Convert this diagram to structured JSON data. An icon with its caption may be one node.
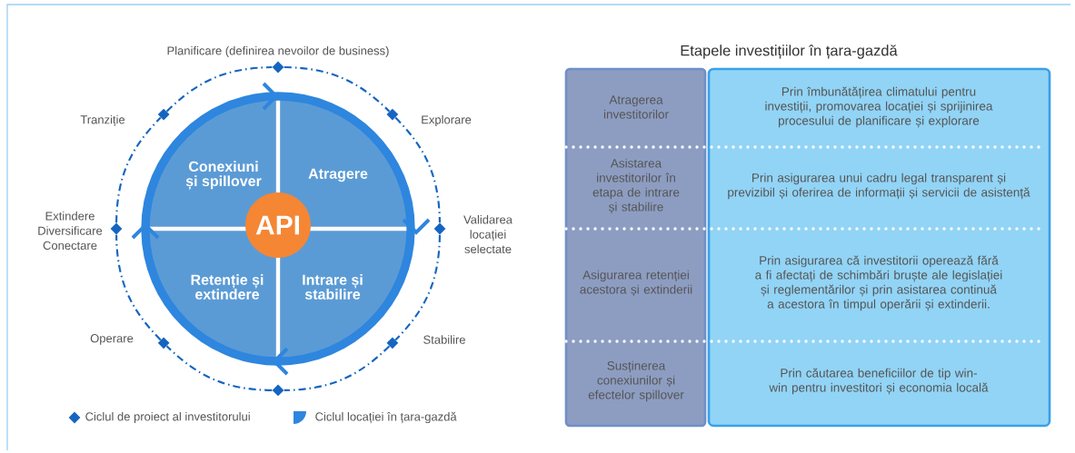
{
  "diagram": {
    "title": "Etapele investițiilor în țara-gazdă",
    "nodes": [
      {
        "text": [
          "Conexiuni și spillover"
        ]
      },
      {
        "text": [
          "Atragere"
        ]
      },
      {
        "text": [
          "Retenție și extindere"
        ]
      },
      {
        "text": [
          "Intrare și stabilire"
        ]
      },
      {
        "text": [
          "API"
        ]
      },
      {
        "text": [],
        "shape": "diamond"
      },
      {
        "text": [],
        "shape": "diamond"
      },
      {
        "text": [],
        "shape": "diamond"
      },
      {
        "text": [],
        "shape": "diamond"
      },
      {
        "text": [],
        "shape": "diamond"
      },
      {
        "text": [],
        "shape": "diamond"
      },
      {
        "text": [],
        "shape": "diamond"
      },
      {
        "text": [],
        "shape": "diamond"
      }
    ],
    "edges": [
      {
        "from": 5,
        "to": 6,
        "arrow": "none",
        "style": "dashed"
      },
      {
        "from": 6,
        "to": 7,
        "arrow": "none",
        "style": "dashed"
      },
      {
        "from": 7,
        "to": 8,
        "arrow": "none",
        "style": "dashed"
      },
      {
        "from": 8,
        "to": 9,
        "arrow": "none",
        "style": "dashed"
      },
      {
        "from": 9,
        "to": 10,
        "arrow": "none",
        "style": "dashed"
      },
      {
        "from": 10,
        "to": 11,
        "arrow": "none",
        "style": "dashed"
      },
      {
        "from": 11,
        "to": 12,
        "arrow": "none",
        "style": "dashed"
      },
      {
        "from": 12,
        "to": 5,
        "arrow": "none",
        "style": "dashed"
      }
    ],
    "labels": [
      "Planificare (definirea nevoilor de business)",
      "Tranziție",
      "Explorare",
      "Extindere Diversificare Conectare",
      "Validarea locației selectate",
      "Operare",
      "Stabilire",
      "Atragerea investitorilor",
      "Prin îmbunătățirea climatului pentru investiții, promovarea locației și sprijinirea procesului de planificare și explorare",
      "Asistarea investitorilor în etapa de intrare și stabilire",
      "Prin asigurarea unui cadru legal transparent și previzibil și oferirea de informații și servicii de asistență",
      "Asigurarea retenției acestora și extinderii",
      "Prin asigurarea că investitorii operează fără a fi afectați de schimbări bruște ale legislației și reglementărilor și prin asistarea continuă a acestora în timpul operării și extinderii.",
      "Susținerea conexiunilor și efectelor spillover",
      "Prin căutarea beneficiilor de tip win-win pentru investitori și economia locală"
    ],
    "legend": [
      {
        "text": "Ciclul de proiect al investitorului"
      },
      {
        "text": "Ciclul locației în țara-gazdă"
      }
    ]
  }
}
